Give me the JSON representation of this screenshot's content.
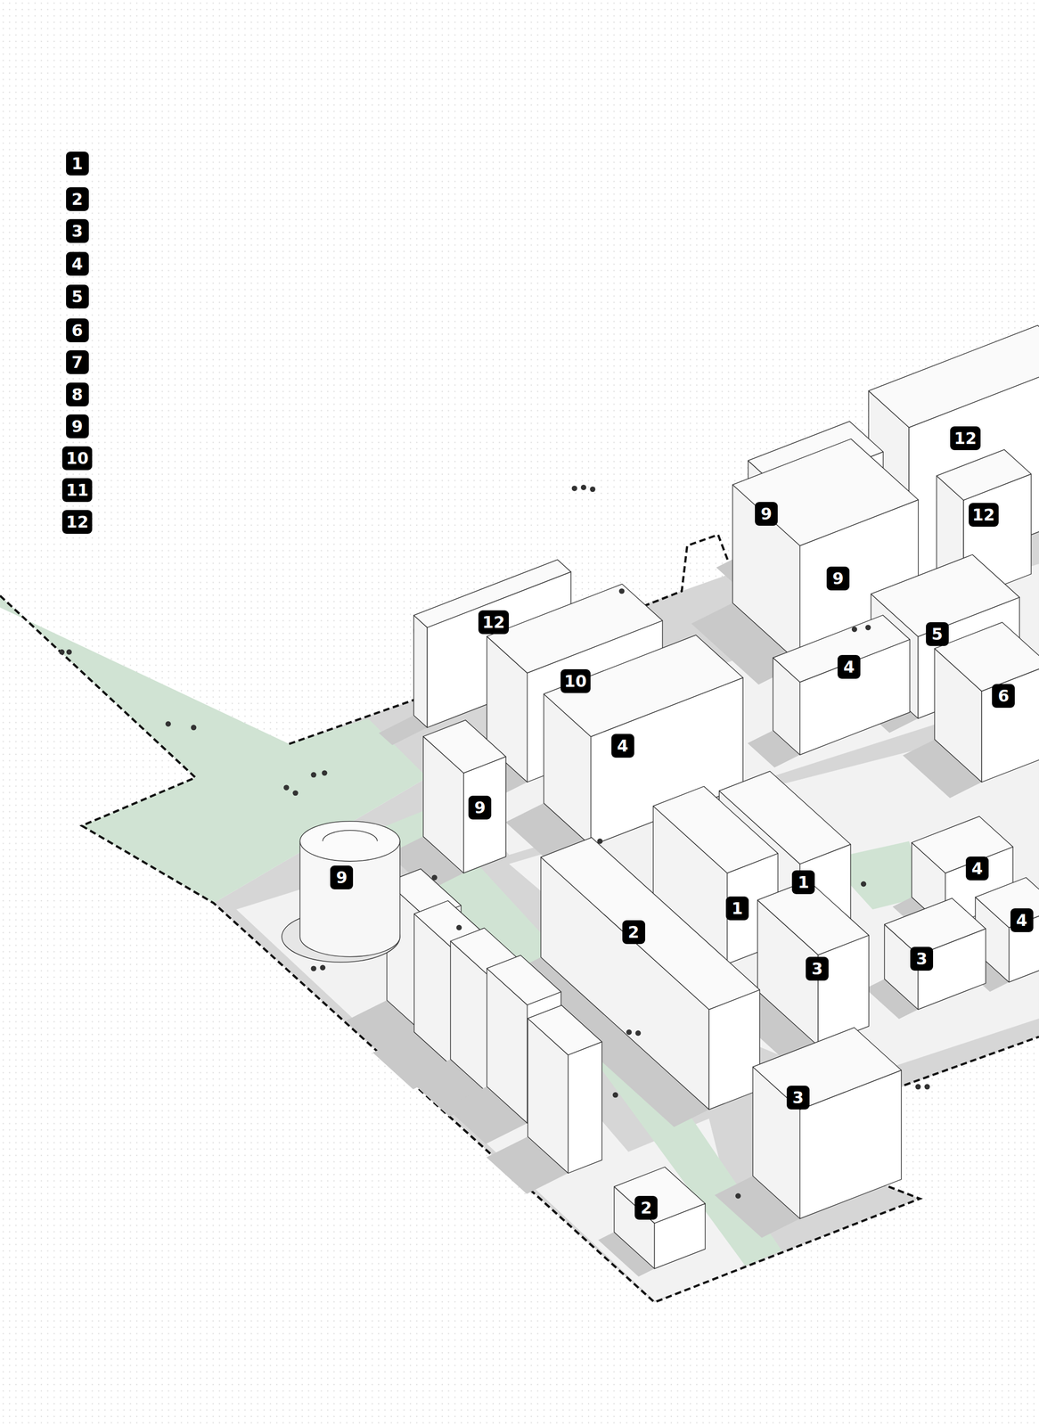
{
  "diagram": {
    "labels": [
      "1",
      "2",
      "3",
      "4",
      "5",
      "6",
      "7",
      "8",
      "9",
      "10",
      "11",
      "12",
      "12",
      "12",
      "9",
      "9",
      "12",
      "5",
      "10",
      "4",
      "6",
      "4",
      "9",
      "9",
      "4",
      "1",
      "1",
      "4",
      "2",
      "3",
      "3",
      "3",
      "2"
    ]
  }
}
